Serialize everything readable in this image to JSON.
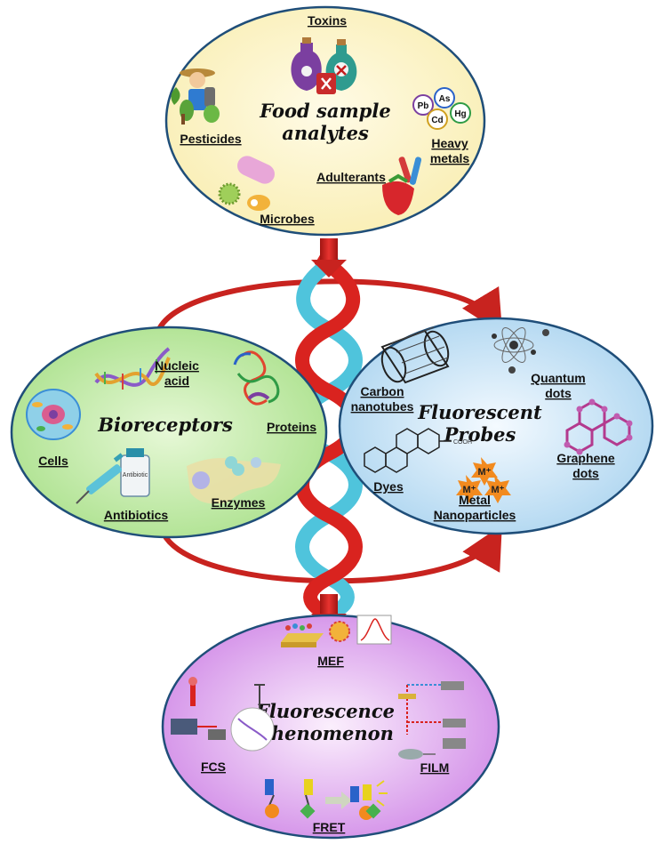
{
  "food": {
    "title_line1": "Food sample",
    "title_line2": "analytes",
    "toxins": "Toxins",
    "pesticides": "Pesticides",
    "heavy_line1": "Heavy",
    "heavy_line2": "metals",
    "adulterants": "Adulterants",
    "microbes": "Microbes",
    "metal_symbols": [
      "Pb",
      "As",
      "Hg",
      "Cd"
    ]
  },
  "bioreceptors": {
    "title": "Bioreceptors",
    "nucleic_line1": "Nucleic",
    "nucleic_line2": "acid",
    "proteins": "Proteins",
    "cells": "Cells",
    "antibiotics": "Antibiotics",
    "enzymes": "Enzymes",
    "bottle_label": "Antibiotic"
  },
  "probes": {
    "title_line1": "Fluorescent",
    "title_line2": "Probes",
    "carbon_line1": "Carbon",
    "carbon_line2": "nanotubes",
    "quantum_line1": "Quantum",
    "quantum_line2": "dots",
    "graphene_line1": "Graphene",
    "graphene_line2": "dots",
    "dyes": "Dyes",
    "metal_line1": "Metal",
    "metal_line2": "Nanoparticles",
    "cooh": "COOH",
    "m_ion": "M⁺"
  },
  "phenomenon": {
    "title_line1": "Fluorescence",
    "title_line2": "Phenomenon",
    "mef": "MEF",
    "fcs": "FCS",
    "film": "FILM",
    "fret": "FRET"
  },
  "colors": {
    "food_fill": "#fdf6cf",
    "bio_fill": "#c9eeb0",
    "probe_fill": "#cfe7f6",
    "phen_fill": "#dfa9ec",
    "outline": "#1f4e79",
    "arrow_red": "#d9231f",
    "helix_blue": "#4fc4dc"
  }
}
